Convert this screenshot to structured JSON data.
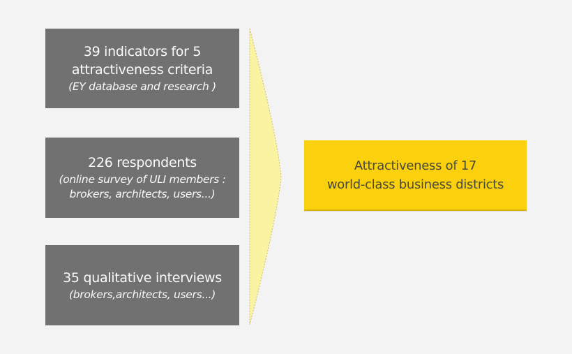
{
  "diagram": {
    "source_boxes": [
      {
        "title": "39 indicators for 5\nattractiveness criteria",
        "subtitle": "(EY database and research )"
      },
      {
        "title": "226 respondents",
        "subtitle": "(online survey of ULI members :\nbrokers, architects, users...)"
      },
      {
        "title": "35 qualitative interviews",
        "subtitle": "(brokers,architects, users...)"
      }
    ],
    "result_box": {
      "label": "Attractiveness of 17\nworld-class business districts"
    },
    "colors": {
      "background": "#f4f3f3",
      "source_box_bg": "#727171",
      "source_box_text": "#fafafa",
      "funnel_fill": "#faf3a2",
      "funnel_stroke": "#c9bf7e",
      "result_box_bg": "#fbd00d",
      "result_box_edge": "#d9b40c",
      "result_box_text": "#4a4939"
    }
  }
}
